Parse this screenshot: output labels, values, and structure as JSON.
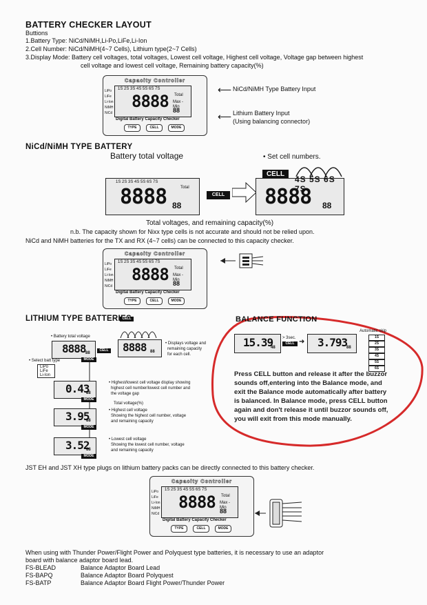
{
  "header": {
    "title": "BATTERY CHECKER LAYOUT",
    "buttons_label": "Buttions",
    "items": [
      "1.Battery Type: NiCd/NiMH,Li-Po,LiFe,Li-Ion",
      "2.Cell Number: NiCd/NiMH(4~7 Cells), Lithium type(2~7 Cells)",
      "3.Display Mode: Battery cell voltages, total voltages, Lowest cell voltage, Highest cell voltage, Voltage gap between highest",
      "cell voltage and lowest cell voltage, Remaining battery capacity(%)"
    ]
  },
  "device": {
    "title": "Capacity Controller",
    "digits": "8888",
    "total": "Total",
    "maxmin": "Max - Min",
    "percent": "88",
    "footer": "Digital Battery Capacity Checker",
    "buttons": [
      "TYPE",
      "CELL",
      "MODE"
    ],
    "types": [
      "LiPo",
      "LiFe",
      "Li-Ion",
      "NiMH",
      "NiCd"
    ],
    "cells": "1S 2S 3S 4S 5S 6S 7S"
  },
  "annotations": {
    "nicd_input": "NiCd/NiMH Type Battery Input",
    "lithium_input": "Lithium Battery Input",
    "lithium_input_sub": "(Using balancing connector)"
  },
  "nicd": {
    "title": "NiCd/NiMH TYPE BATTERY",
    "total_voltage": "Battery total voltage",
    "set_cells": "Set cell numbers.",
    "cell_tag": "CELL",
    "cell_options": "4S 5S 6S 7S",
    "caption": "Total voltages, and remaining capacity(%)",
    "note": "n.b. The capacity shown for Nixx type cells is not accurate and should not be relied upon.",
    "note2": "NiCd and NiMH batteries for the TX and RX (4~7 cells) can be connected to this capacity checker."
  },
  "lithium": {
    "title": "LITHIUM TYPE BATTERIES",
    "total_voltage": "Battery total voltage",
    "select_type": "Select batt type",
    "displays": "Displays voltage and",
    "displays2": "remaining capacity",
    "displays3": "for each cell.",
    "hl": "Highest/lowest cell voltage display showing",
    "hl2": "highest cell number/lowest cell number and",
    "hl3": "the voltage gap",
    "total_pct": "Total voltage(%)",
    "highest": "Highest cell voltage",
    "highest2": "Showing the highest cell number, voltage",
    "highest3": "and remaining capacity",
    "lowest": "Lowest cell voltage",
    "lowest2": "Showing the lowest cell number, voltage",
    "lowest3": "and remaining capacity",
    "val1": "0.43",
    "val2": "3.95",
    "val3": "3.52",
    "mode": "MODE",
    "cell": "CELL"
  },
  "balance": {
    "title": "BALANCE FUNCTION",
    "auto_skip": "Automatic skip",
    "lcd1": "15.39",
    "lcd1_pct": "48",
    "arrow_label": "> 3sec.",
    "lcd2": "3.793",
    "cells": [
      "1S",
      "2S",
      "3S",
      "4S",
      "5S",
      "6S"
    ],
    "text": [
      "Press CELL button and release it after the buzzor",
      "sounds off,entering into the Balance mode,  and",
      "exit the Balance mode automatically after battery",
      "is balanced. In Balance mode, press CELL button",
      "again and don't release it until buzzor sounds off,",
      "you will exit from this mode manually."
    ]
  },
  "jst": "JST EH and JST XH type plugs on lithium battery packs can be directly connected to this battery checker.",
  "footer": {
    "line1": "When using with Thunder Power/Flight Power and Polyquest type batteries, it is necessary to use an adaptor",
    "line2": "board with balance adaptor board lead.",
    "rows": [
      {
        "code": "FS-BLEAD",
        "desc": "Balance Adaptor Board Lead"
      },
      {
        "code": "FS-BAPQ",
        "desc": "Balance Adaptor Board Polyquest"
      },
      {
        "code": "FS-BATP",
        "desc": "Balance Adaptor Board Flight Power/Thunder Power"
      }
    ]
  },
  "colors": {
    "circle": "#d62a2a",
    "ink": "#111111"
  }
}
